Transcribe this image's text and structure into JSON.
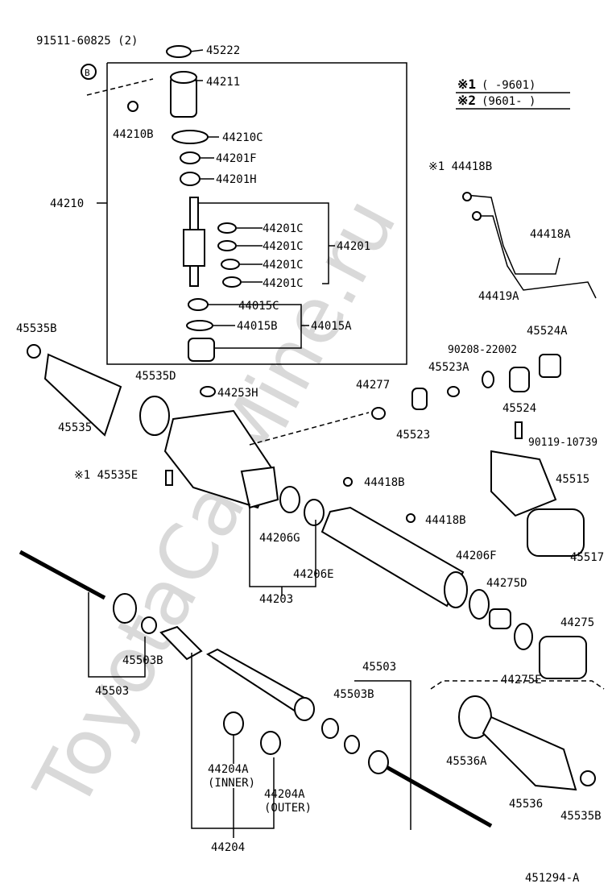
{
  "watermark": "ToyotaCarMine.ru",
  "legend": {
    "row1_mark": "※1",
    "row1_range": "(      -9601)",
    "row2_mark": "※2",
    "row2_range": "(9601-      )"
  },
  "labels": {
    "p91511": "91511-60825 (2)",
    "p45222": "45222",
    "p44211": "44211",
    "p44210B": "44210B",
    "p44210C": "44210C",
    "p44201F": "44201F",
    "p44201H": "44201H",
    "p44210": "44210",
    "p44201C_1": "44201C",
    "p44201C_2": "44201C",
    "p44201C_3": "44201C",
    "p44201C_4": "44201C",
    "p44201": "44201",
    "p44015C": "44015C",
    "p44015B": "44015B",
    "p44015A": "44015A",
    "p45535B_top": "45535B",
    "p45535D": "45535D",
    "p45535": "45535",
    "p44253H": "44253H",
    "p44277": "44277",
    "p45523": "45523",
    "p45523A": "45523A",
    "p90208": "90208-22002",
    "p45524A": "45524A",
    "p45524": "45524",
    "p90119": "90119-10739",
    "p45515": "45515",
    "p45517": "45517",
    "p45535E": "※1 45535E",
    "p44418B_1": "44418B",
    "p44418B_2": "44418B",
    "p44418B_star": "※1 44418B",
    "p44418A": "44418A",
    "p44419A": "44419A",
    "p44206G": "44206G",
    "p44206E": "44206E",
    "p44203": "44203",
    "p44206F": "44206F",
    "p44275D": "44275D",
    "p44275": "44275",
    "p44275E": "44275E",
    "p45503B_left": "45503B",
    "p45503_left": "45503",
    "p45503_right": "45503",
    "p45503B_right": "45503B",
    "p45536A": "45536A",
    "p45536": "45536",
    "p45535B_bottom": "45535B",
    "p44204A_inner": "44204A",
    "p44204A_inner_sub": "(INNER)",
    "p44204A_outer": "44204A",
    "p44204A_outer_sub": "(OUTER)",
    "p44204": "44204",
    "callout_B": "B",
    "ref": "451294-A"
  }
}
